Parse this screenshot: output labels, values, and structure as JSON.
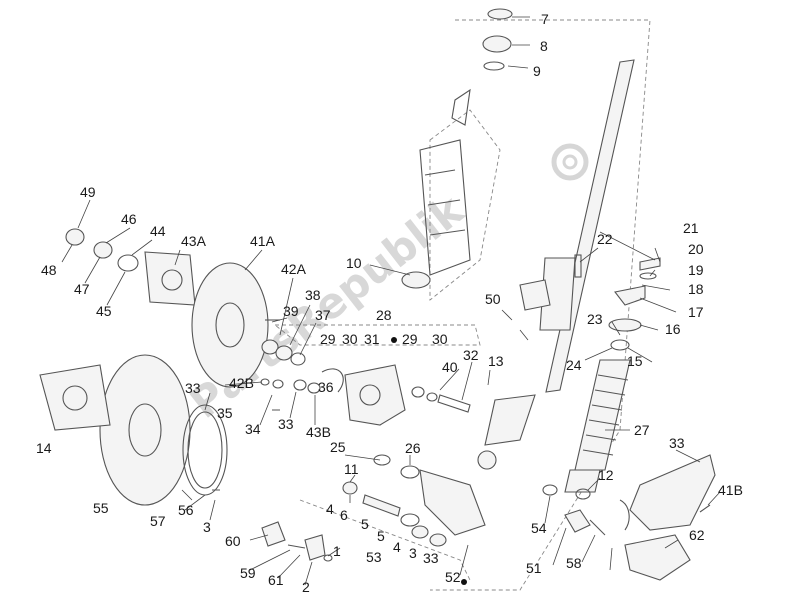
{
  "watermark": {
    "text": "PartsRepublik",
    "icon": "gear-icon"
  },
  "callouts": [
    {
      "text": "7"
    },
    {
      "text": "8"
    },
    {
      "text": "9"
    },
    {
      "text": "10"
    },
    {
      "text": "49"
    },
    {
      "text": "46"
    },
    {
      "text": "44"
    },
    {
      "text": "43A"
    },
    {
      "text": "41A"
    },
    {
      "text": "48"
    },
    {
      "text": "47"
    },
    {
      "text": "45"
    },
    {
      "text": "42A"
    },
    {
      "text": "21"
    },
    {
      "text": "20"
    },
    {
      "text": "19"
    },
    {
      "text": "18"
    },
    {
      "text": "17"
    },
    {
      "text": "22"
    },
    {
      "text": "38"
    },
    {
      "text": "39"
    },
    {
      "text": "37"
    },
    {
      "text": "28"
    },
    {
      "text": "50"
    },
    {
      "text": "23"
    },
    {
      "text": "16"
    },
    {
      "text": "29"
    },
    {
      "text": "30"
    },
    {
      "text": "31"
    },
    {
      "text": "29"
    },
    {
      "text": "30"
    },
    {
      "text": "32"
    },
    {
      "text": "13"
    },
    {
      "text": "24"
    },
    {
      "text": "15"
    },
    {
      "text": "40"
    },
    {
      "text": "42B"
    },
    {
      "text": "33"
    },
    {
      "text": "36"
    },
    {
      "text": "35"
    },
    {
      "text": "34"
    },
    {
      "text": "33"
    },
    {
      "text": "43B"
    },
    {
      "text": "14"
    },
    {
      "text": "27"
    },
    {
      "text": "25"
    },
    {
      "text": "26"
    },
    {
      "text": "11"
    },
    {
      "text": "33"
    },
    {
      "text": "12"
    },
    {
      "text": "41B"
    },
    {
      "text": "55"
    },
    {
      "text": "57"
    },
    {
      "text": "56"
    },
    {
      "text": "3"
    },
    {
      "text": "4"
    },
    {
      "text": "6"
    },
    {
      "text": "5"
    },
    {
      "text": "5"
    },
    {
      "text": "4"
    },
    {
      "text": "3"
    },
    {
      "text": "33"
    },
    {
      "text": "54"
    },
    {
      "text": "62"
    },
    {
      "text": "60"
    },
    {
      "text": "1"
    },
    {
      "text": "53"
    },
    {
      "text": "51"
    },
    {
      "text": "58"
    },
    {
      "text": "59"
    },
    {
      "text": "61"
    },
    {
      "text": "2"
    },
    {
      "text": "52"
    }
  ]
}
